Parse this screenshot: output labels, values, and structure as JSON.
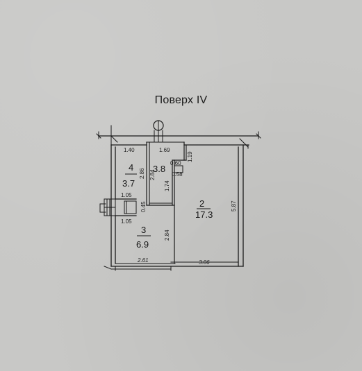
{
  "floor_title": "Поверх IV",
  "rooms": [
    {
      "number": "4",
      "area": "3.7"
    },
    {
      "number": "",
      "area": "3.8"
    },
    {
      "number": "2",
      "area": "17.3"
    },
    {
      "number": "3",
      "area": "6.9"
    }
  ],
  "dimensions": {
    "d140": "1.40",
    "d169": "1.69",
    "d119": "1.19",
    "d286": "2.86",
    "d284a": "2.84",
    "d060": "0.60",
    "d058": "0.58",
    "d174": "1.74",
    "d105a": "1.05",
    "d045": "0.45",
    "d105b": "1.05",
    "d587": "5.87",
    "d284b": "2.84",
    "d261": "2.61",
    "d306": "3.06"
  },
  "colors": {
    "paper": "#c8c8c6",
    "ink": "#1a1a1a"
  }
}
